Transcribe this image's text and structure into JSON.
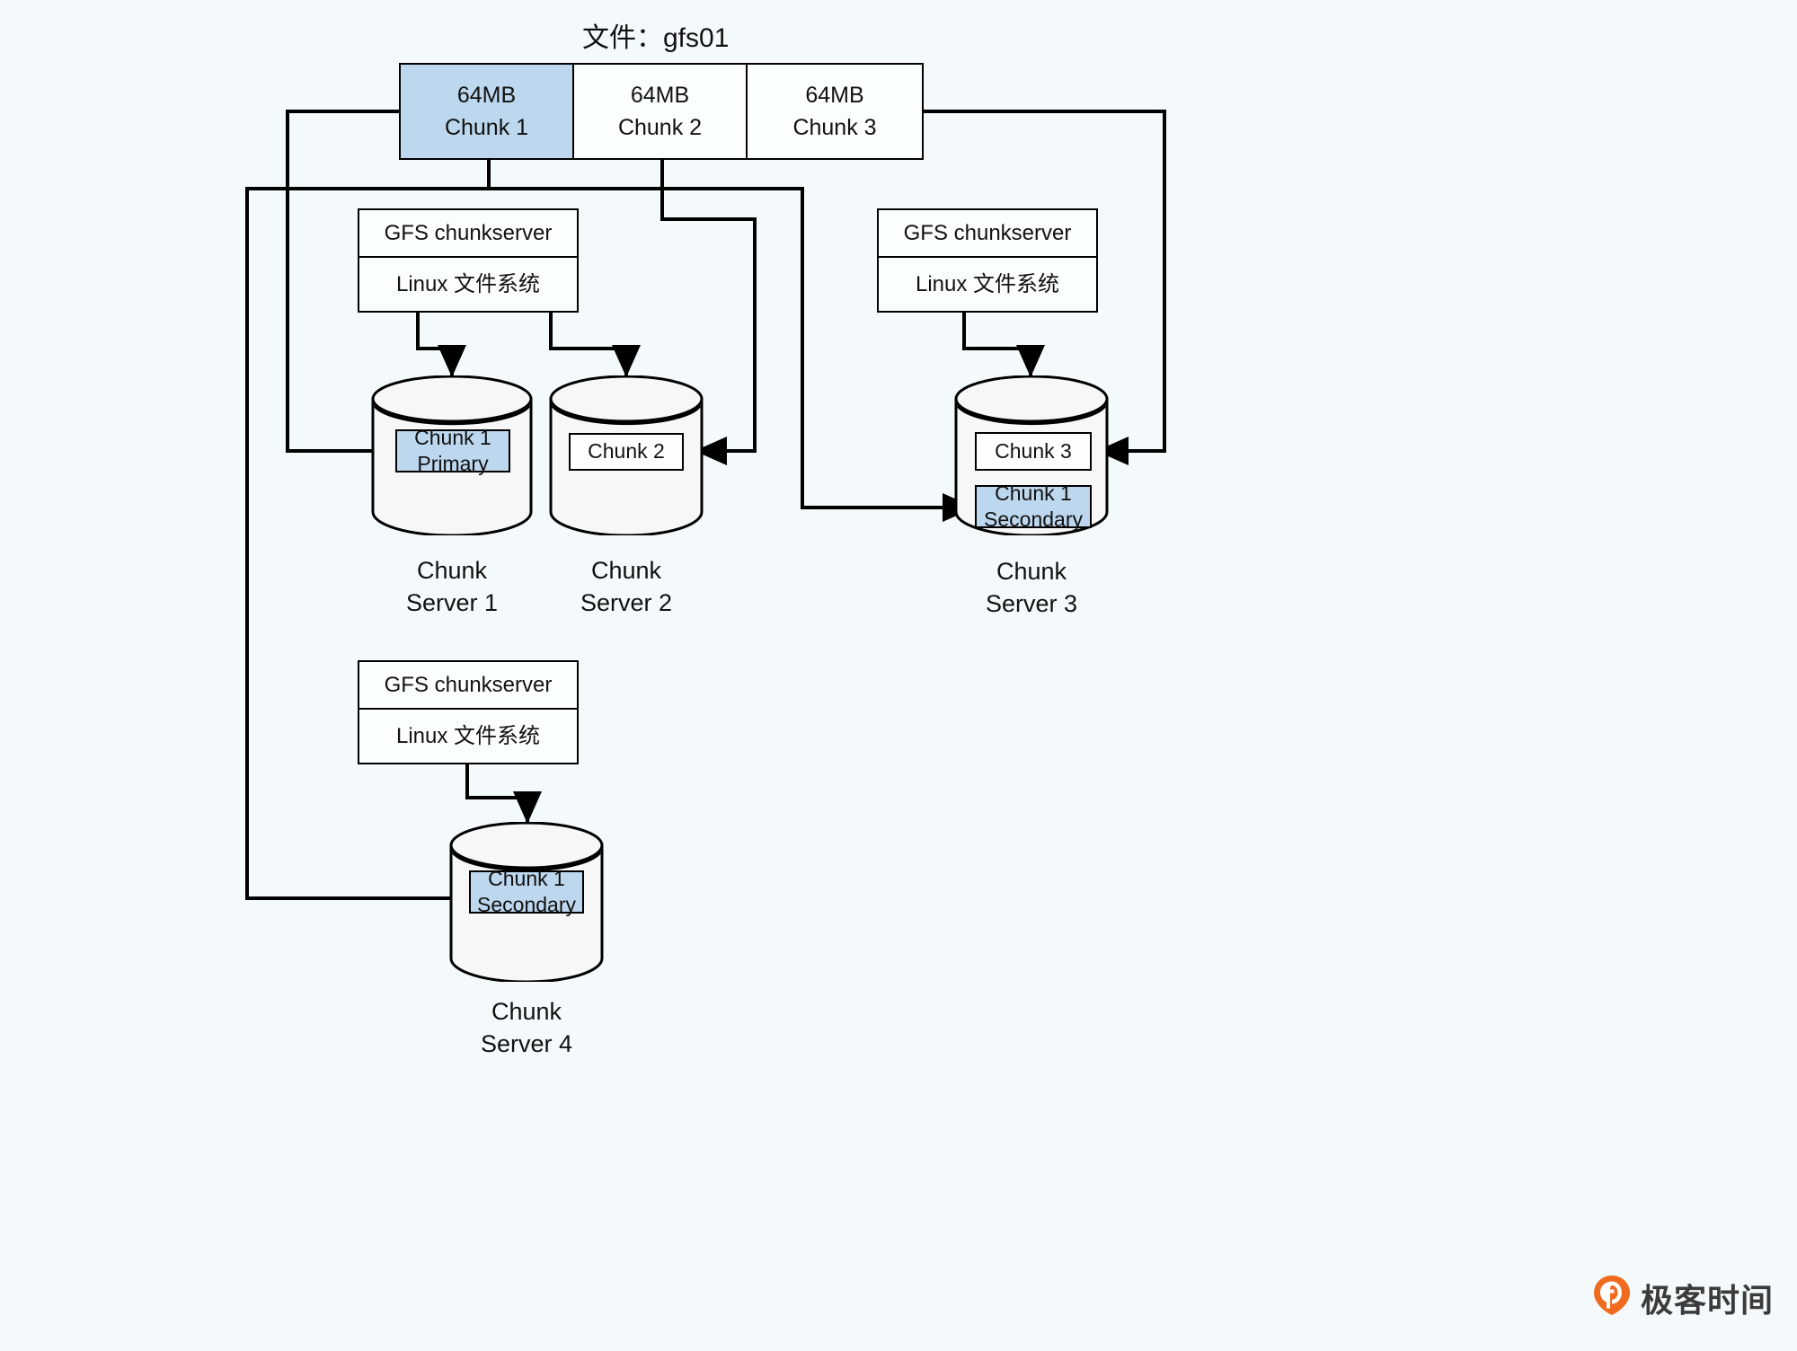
{
  "title": "文件：gfs01",
  "colors": {
    "background": "#f4fafb",
    "highlight": "#bdd7ee",
    "stroke": "#000000",
    "cylinder_fill": "#f7f7f7",
    "watermark_orange": "#ef6b1f"
  },
  "file_chunks": [
    {
      "size": "64MB",
      "name": "Chunk 1",
      "highlighted": true
    },
    {
      "size": "64MB",
      "name": "Chunk 2",
      "highlighted": false
    },
    {
      "size": "64MB",
      "name": "Chunk 3",
      "highlighted": false
    }
  ],
  "stacks": {
    "chunkserver_label": "GFS chunkserver",
    "filesystem_label": "Linux 文件系统"
  },
  "servers": [
    {
      "id": "chunk-server-1",
      "caption": "Chunk\nServer 1",
      "chunks": [
        {
          "line1": "Chunk 1",
          "line2": "Primary",
          "highlighted": true
        }
      ]
    },
    {
      "id": "chunk-server-2",
      "caption": "Chunk\nServer 2",
      "chunks": [
        {
          "line1": "Chunk 2",
          "line2": "",
          "highlighted": false
        }
      ]
    },
    {
      "id": "chunk-server-3",
      "caption": "Chunk\nServer 3",
      "chunks": [
        {
          "line1": "Chunk 3",
          "line2": "",
          "highlighted": false
        },
        {
          "line1": "Chunk 1",
          "line2": "Secondary",
          "highlighted": true
        }
      ]
    },
    {
      "id": "chunk-server-4",
      "caption": "Chunk\nServer 4",
      "chunks": [
        {
          "line1": "Chunk 1",
          "line2": "Secondary",
          "highlighted": true
        }
      ]
    }
  ],
  "labels": {
    "cs1_line1": "Chunk 1",
    "cs1_line2": "Primary",
    "cs2_line1": "Chunk 2",
    "cs3_line1": "Chunk 3",
    "cs3_line2a": "Chunk 1",
    "cs3_line2b": "Secondary",
    "cs4_line1": "Chunk 1",
    "cs4_line2": "Secondary",
    "cap1": "Chunk\nServer 1",
    "cap2": "Chunk\nServer 2",
    "cap3": "Chunk\nServer 3",
    "cap4": "Chunk\nServer 4"
  },
  "watermark": {
    "text": "极客时间",
    "icon": "geektime-pin-logo"
  }
}
